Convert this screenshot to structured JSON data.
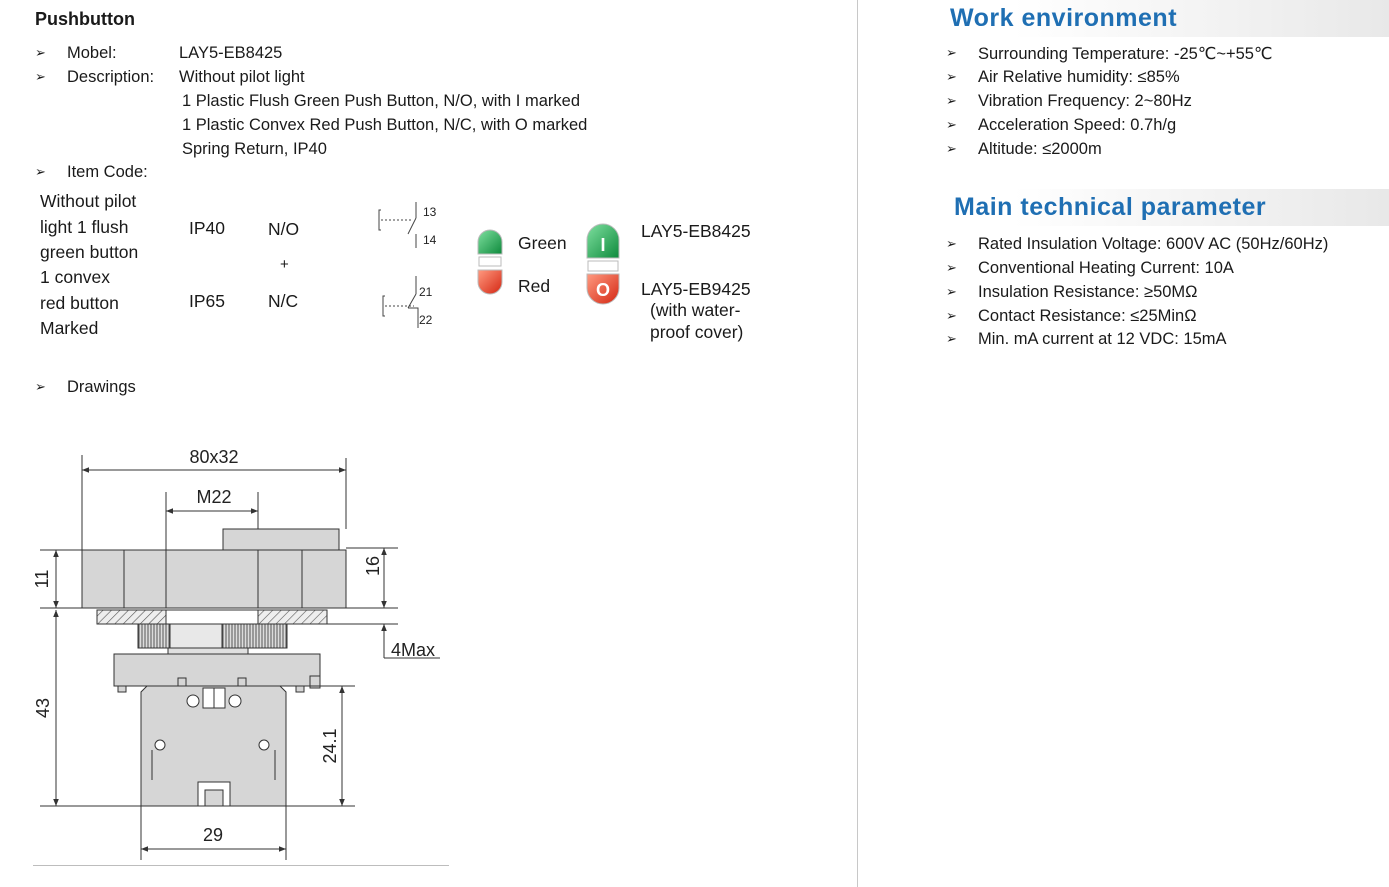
{
  "left": {
    "title": "Pushbutton",
    "model_label": "Mobel:",
    "model_value": "LAY5-EB8425",
    "description_label": "Description:",
    "description_lines": [
      "Without pilot light",
      "1 Plastic Flush Green Push Button, N/O, with I marked",
      "1 Plastic Convex Red Push Button, N/C, with O marked",
      "Spring Return, IP40"
    ],
    "item_code_label": "Item Code:",
    "item_table": {
      "desc_lines": [
        "Without pilot",
        "light  1 flush",
        "green button",
        "1 convex",
        "red button",
        "Marked"
      ],
      "ip_top": "IP40",
      "ip_bottom": "IP65",
      "contact_top": "N/O",
      "plus": "+",
      "contact_bottom": "N/C",
      "terminal_13": "13",
      "terminal_14": "14",
      "terminal_21": "21",
      "terminal_22": "22",
      "color_green": "Green",
      "color_red": "Red",
      "code_1": "LAY5-EB8425",
      "code_2": "LAY5-EB9425",
      "code_2_note_1": "(with water-",
      "code_2_note_2": "proof cover)",
      "symbol_top": "I",
      "symbol_bottom": "O"
    },
    "drawings_label": "Drawings",
    "drawing": {
      "dim_width": "80x32",
      "dim_thread": "M22",
      "dim_16": "16",
      "dim_11": "11",
      "dim_4max": "4Max",
      "dim_43": "43",
      "dim_24_1": "24.1",
      "dim_29": "29"
    }
  },
  "right": {
    "work_env_title": "Work environment",
    "work_env_items": [
      "Surrounding Temperature: -25℃~+55℃",
      "Air Relative humidity: ≤85%",
      "Vibration Frequency: 2~80Hz",
      "Acceleration Speed: 0.7h/g",
      "Altitude: ≤2000m"
    ],
    "tech_title": "Main technical parameter",
    "tech_items": [
      "Rated Insulation Voltage: 600V AC (50Hz/60Hz)",
      "Conventional Heating Current: 10A",
      "Insulation Resistance: ≥50MΩ",
      "Contact Resistance: ≤25MinΩ",
      "Min. mA current at 12 VDC: 15mA"
    ]
  },
  "colors": {
    "heading_blue": "#1f6fb3",
    "button_green": "#1a9a4a",
    "button_red": "#e03020",
    "drawing_fill": "#d6d6d6"
  },
  "icons": {
    "bullet": "➢"
  }
}
